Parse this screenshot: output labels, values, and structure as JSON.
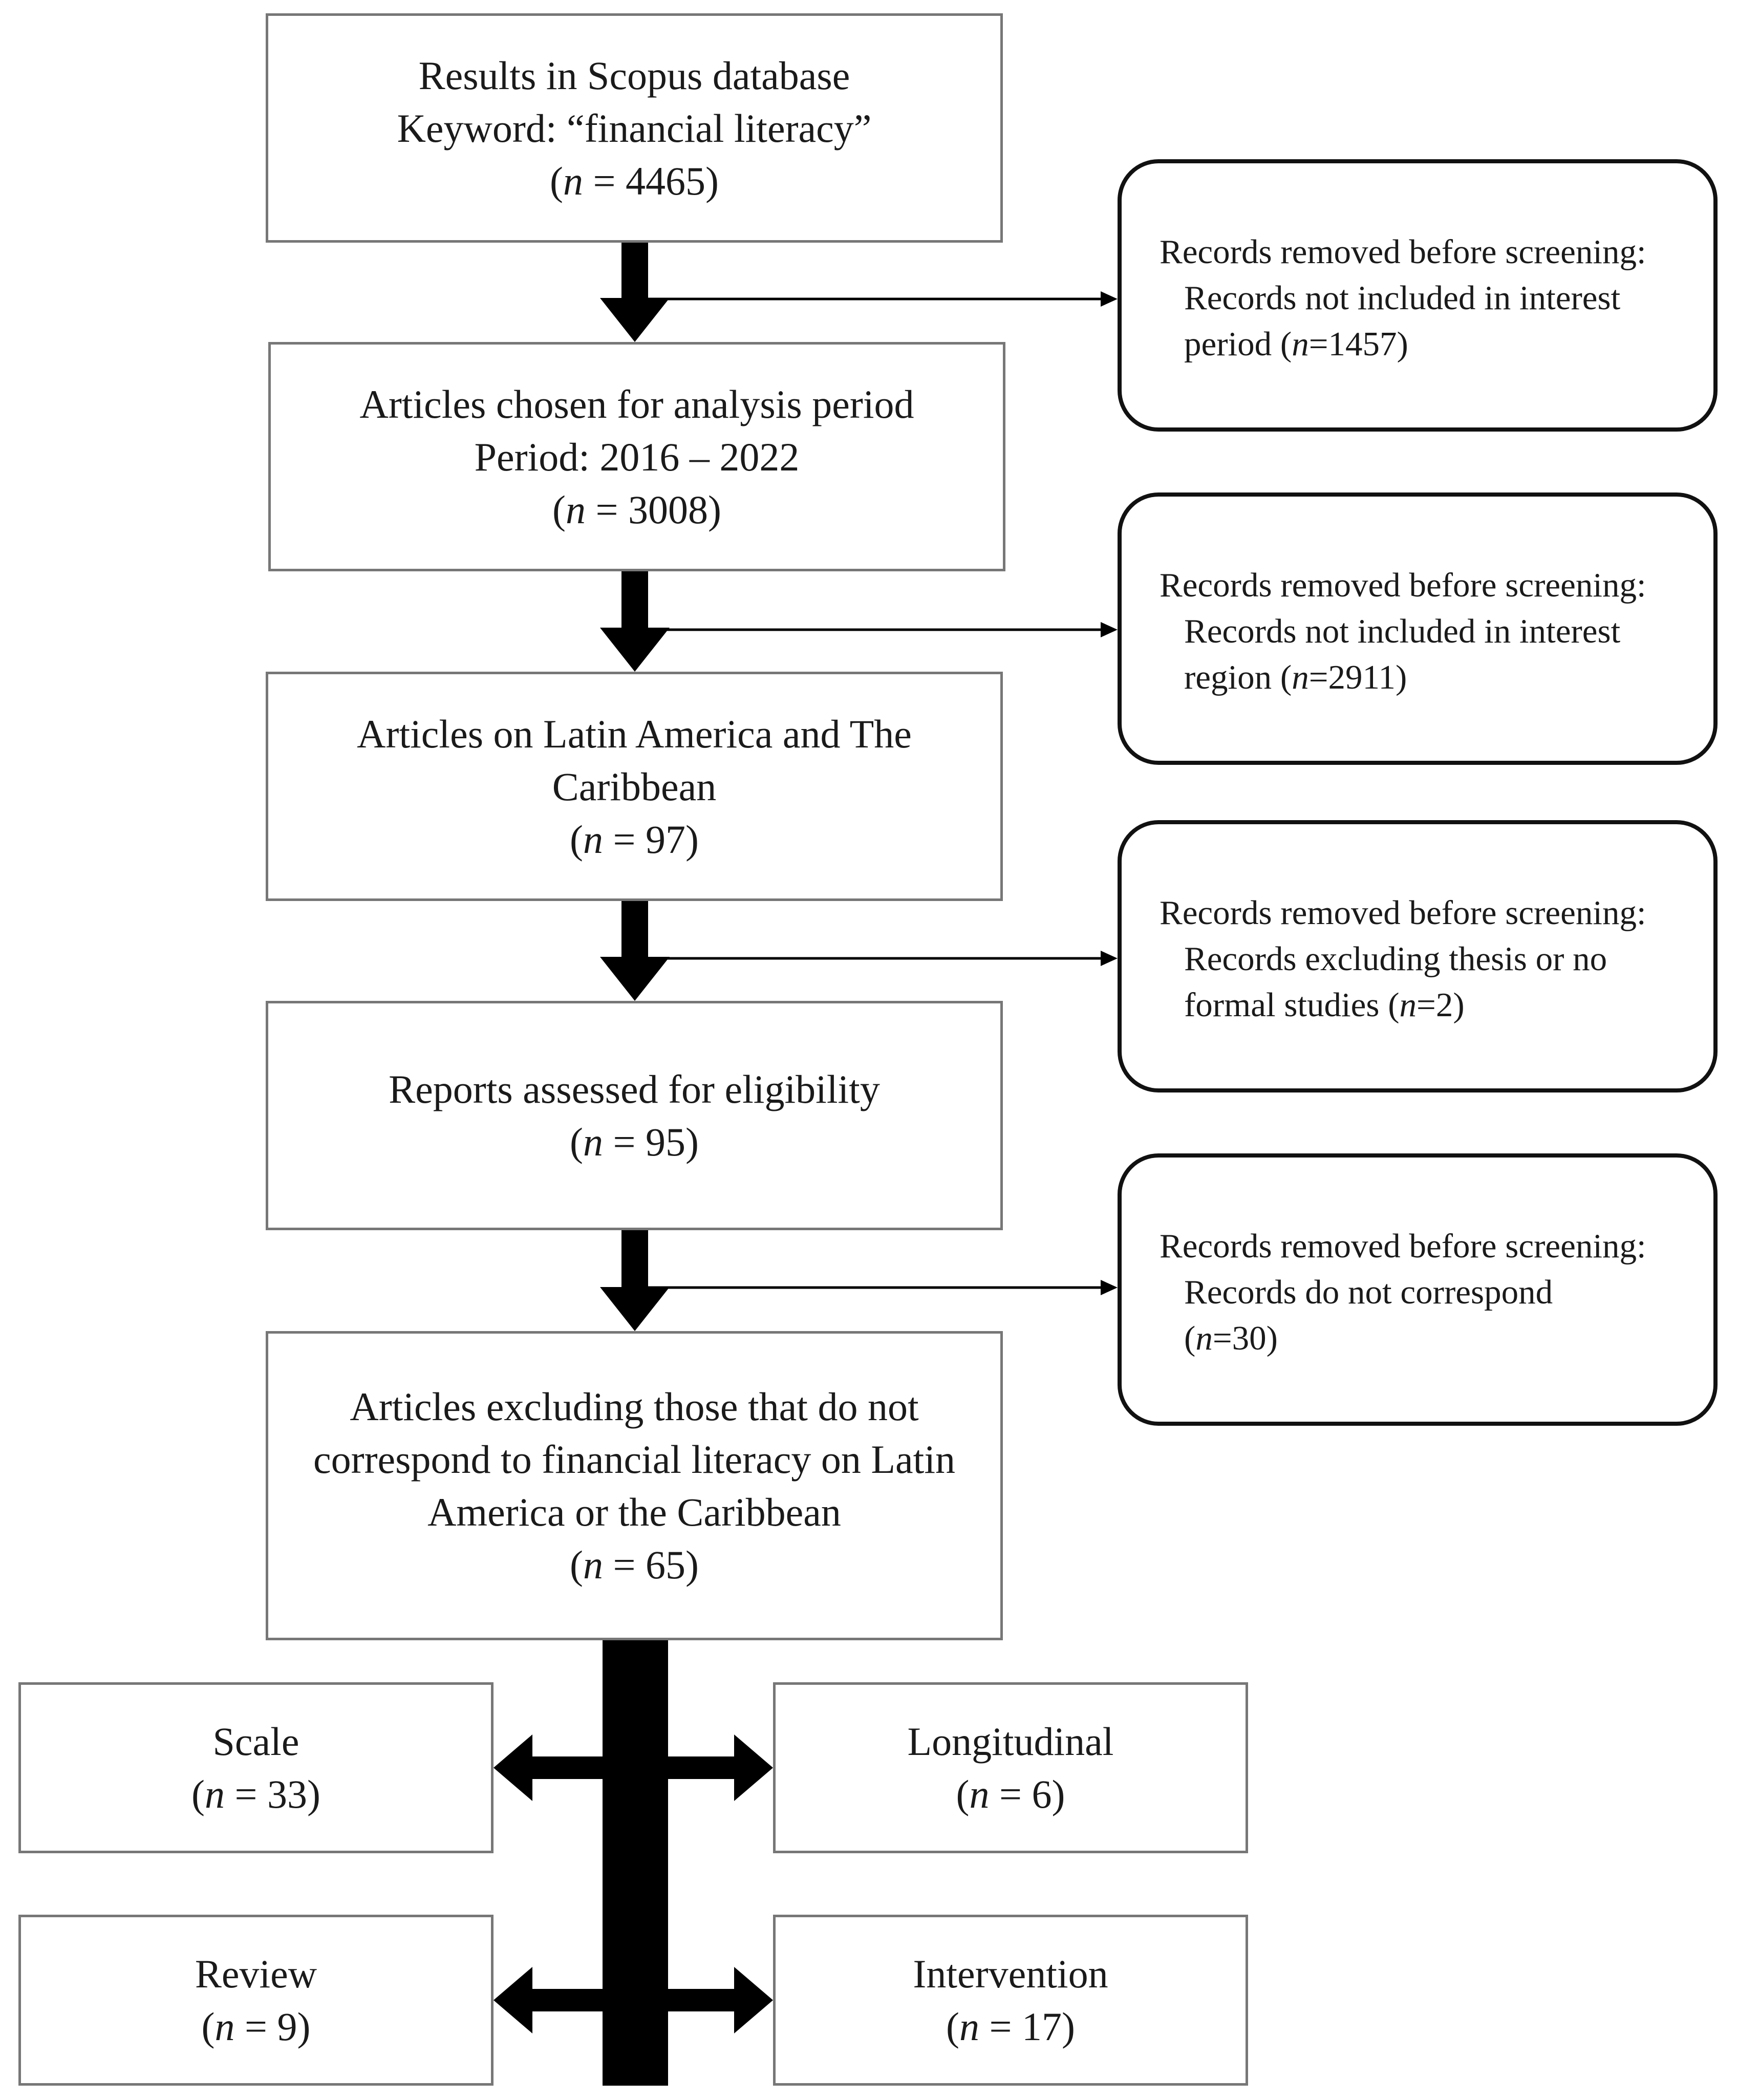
{
  "main_boxes": [
    {
      "lines": [
        "Results in Scopus database",
        "Keyword: “financial literacy”"
      ],
      "n": "4465"
    },
    {
      "lines": [
        "Articles chosen for analysis period",
        "Period: 2016 – 2022"
      ],
      "n": "3008"
    },
    {
      "lines": [
        "Articles on Latin America and The",
        "Caribbean"
      ],
      "n": "97"
    },
    {
      "lines": [
        "Reports assessed for eligibility"
      ],
      "n": "95"
    },
    {
      "lines": [
        "Articles excluding those that do not",
        "correspond to financial literacy on Latin",
        "America or the Caribbean"
      ],
      "n": "65"
    }
  ],
  "removal_boxes": [
    {
      "heading": "Records removed before screening:",
      "lines": [
        "Records not included in interest",
        "period ("
      ],
      "n": "1457"
    },
    {
      "heading": "Records removed before screening:",
      "lines": [
        "Records not included in interest",
        "region ("
      ],
      "n": "2911"
    },
    {
      "heading": "Records removed before screening:",
      "lines": [
        "Records excluding thesis or no",
        "formal studies ("
      ],
      "n": "2"
    },
    {
      "heading": "Records removed before screening:",
      "lines": [
        "Records do not correspond",
        "("
      ],
      "n": "30"
    }
  ],
  "category_boxes": [
    {
      "label": "Scale",
      "n": "33"
    },
    {
      "label": "Longitudinal",
      "n": "6"
    },
    {
      "label": "Review",
      "n": "9"
    },
    {
      "label": "Intervention",
      "n": "17"
    }
  ],
  "n_symbol": "n",
  "eq": " = ",
  "eq_tight": "=",
  "open_paren": "(",
  "close_paren": ")"
}
